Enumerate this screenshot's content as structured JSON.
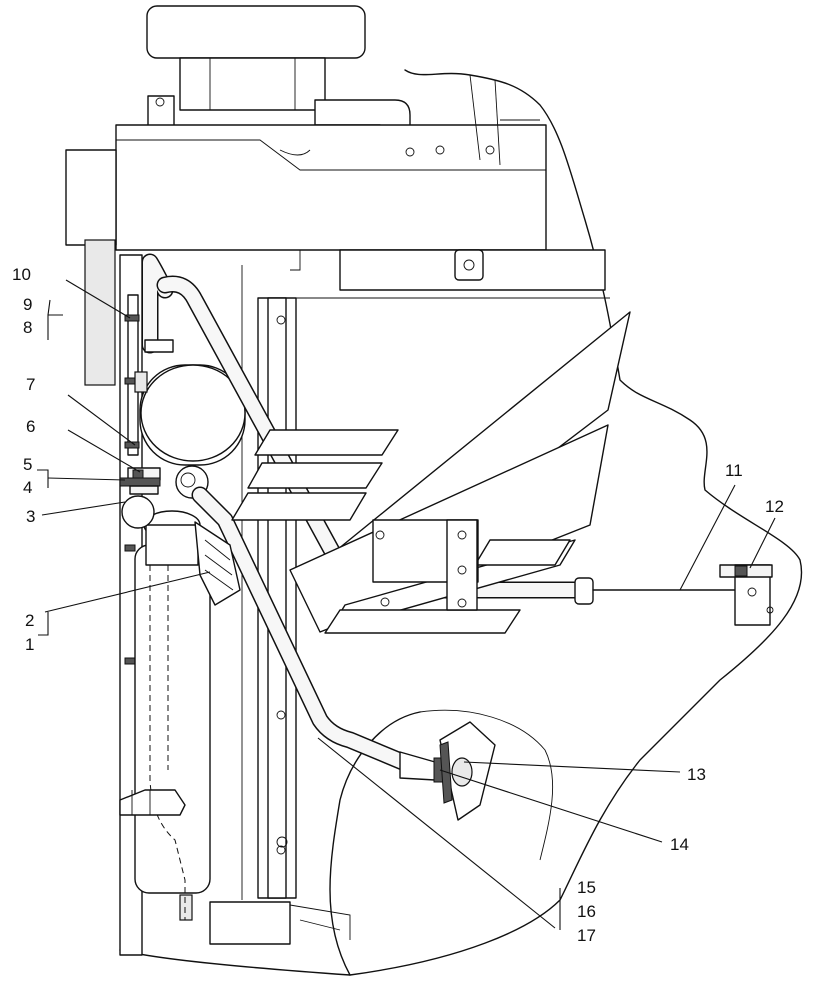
{
  "callouts": {
    "c1": "1",
    "c2": "2",
    "c3": "3",
    "c4": "4",
    "c5": "5",
    "c6": "6",
    "c7": "7",
    "c8": "8",
    "c9": "9",
    "c10": "10",
    "c11": "11",
    "c12": "12",
    "c13": "13",
    "c14": "14",
    "c15": "15",
    "c16": "16",
    "c17": "17"
  },
  "colors": {
    "line": "#111111",
    "background": "#ffffff",
    "fill": "#f4f4f4"
  }
}
